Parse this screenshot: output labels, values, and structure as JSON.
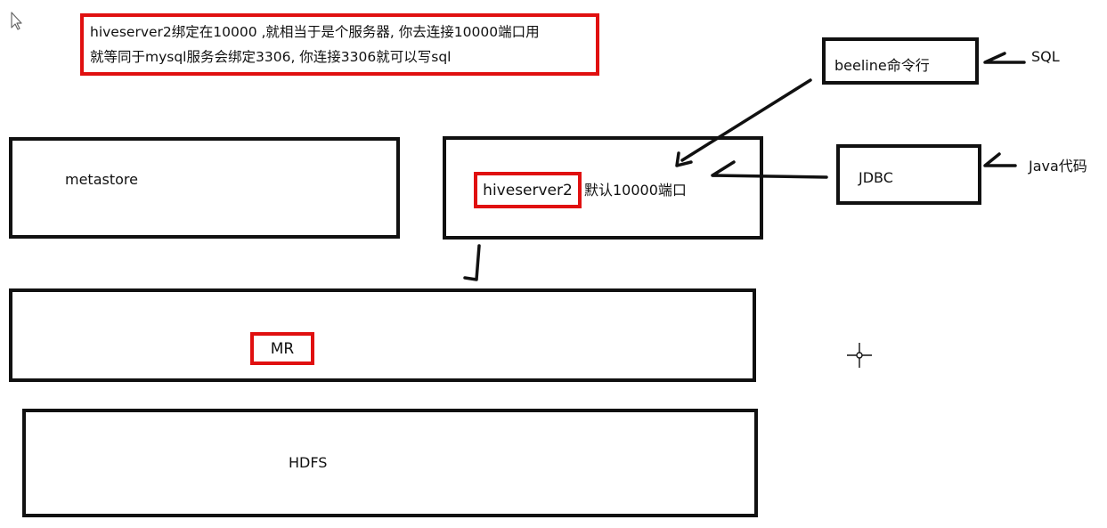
{
  "note": {
    "line1": "hiveserver2绑定在10000 ,就相当于是个服务器, 你去连接10000端口用",
    "line2": "就等同于mysql服务会绑定3306, 你连接3306就可以写sql"
  },
  "boxes": {
    "metastore": "metastore",
    "hiveserver2": "hiveserver2",
    "hiveserver2_note": "默认10000端口",
    "mr": "MR",
    "hdfs": "HDFS",
    "beeline": "beeline命令行",
    "jdbc": "JDBC"
  },
  "labels": {
    "sql": "SQL",
    "java": "Java代码"
  },
  "colors": {
    "highlight": "#e01010",
    "stroke": "#111111"
  },
  "icons": [
    "cursor-arrow-icon",
    "crosshair-cursor-icon"
  ]
}
